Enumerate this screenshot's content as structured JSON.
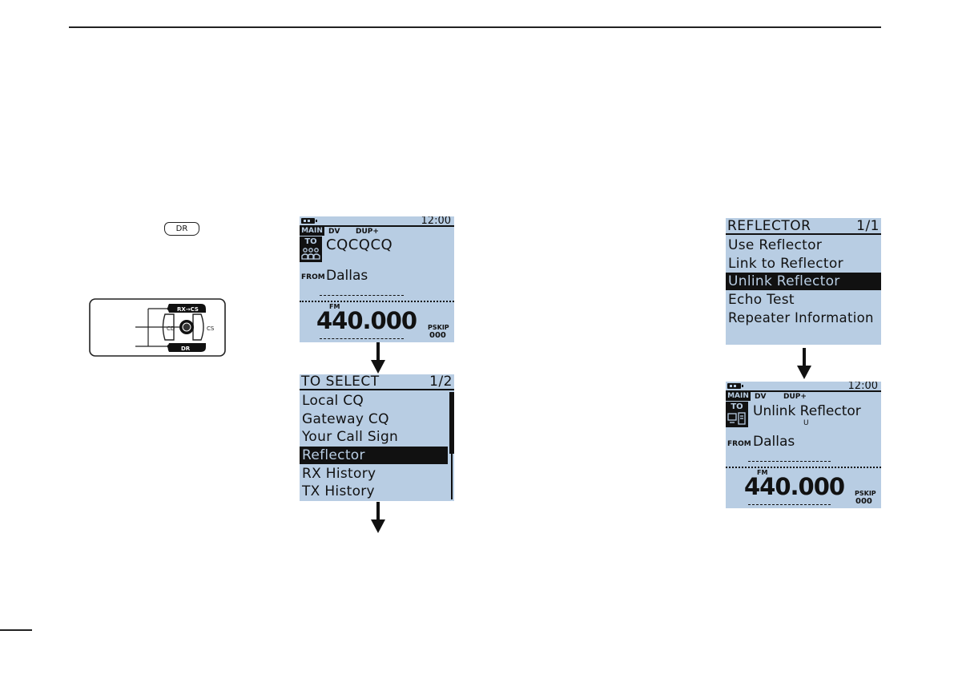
{
  "dr_key_label": "DR",
  "pad": {
    "up_label": "RX→CS",
    "down_label": "DR",
    "left_label": "CD",
    "right_label": "CS"
  },
  "screen1": {
    "time": "12:00",
    "band": "MAIN",
    "mode": "DV",
    "dup": "DUP+",
    "to_tag": "TO",
    "to_value": "CQCQCQ",
    "from_tag": "FROM",
    "from_value": "Dallas",
    "fm": "FM",
    "frequency": "440.000",
    "pskip": "PSKIP",
    "memory": "000"
  },
  "menu1": {
    "title": "TO SELECT",
    "page": "1/2",
    "items": [
      "Local CQ",
      "Gateway CQ",
      "Your Call Sign",
      "Reflector",
      "RX History",
      "TX History"
    ],
    "selected": "Reflector"
  },
  "menu2": {
    "title": "REFLECTOR",
    "page": "1/1",
    "items": [
      "Use Reflector",
      "Link to Reflector",
      "Unlink Reflector",
      "Echo Test",
      "Repeater Information"
    ],
    "selected": "Unlink Reflector"
  },
  "screen2": {
    "time": "12:00",
    "band": "MAIN",
    "mode": "DV",
    "dup": "DUP+",
    "to_tag": "TO",
    "to_value": "Unlink Reflector",
    "to_sub": "U",
    "from_tag": "FROM",
    "from_value": "Dallas",
    "fm": "FM",
    "frequency": "440.000",
    "pskip": "PSKIP",
    "memory": "000"
  },
  "colors": {
    "lcd_background": "#b8cde3",
    "ink": "#111111"
  }
}
